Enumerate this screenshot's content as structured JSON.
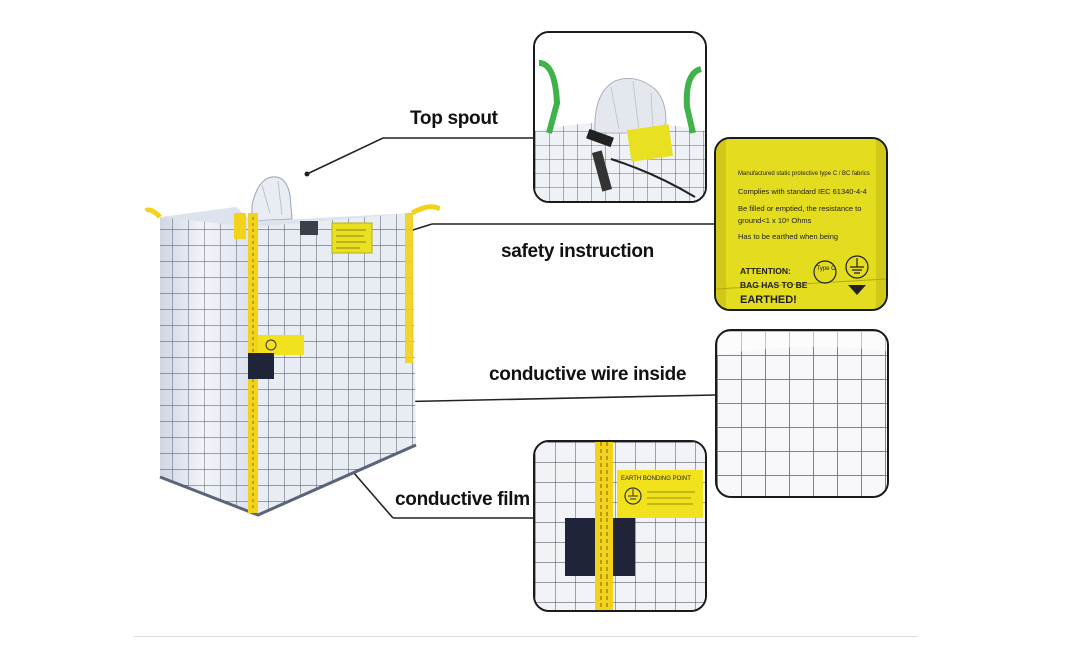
{
  "callouts": {
    "top_spout": "Top spout",
    "safety_instruction": "safety instruction",
    "conductive_wire": "conductive wire inside",
    "conductive_film": "conductive film"
  },
  "safety_label": {
    "lines": [
      "Manufactured static protective type C / BC fabrics",
      "Complies with standard IEC 61340-4-4",
      "Be filled or emptied, the resistance to",
      "ground<1 x 10⁸ Ohms",
      "Has to be earthed when being"
    ],
    "attention_1": "ATTENTION:",
    "attention_2": "BAG HAS TO BE",
    "attention_3": "EARTHED!",
    "type_badge": "Type C"
  },
  "earth_tag": {
    "title": "EARTH BONDING POINT"
  },
  "colors": {
    "label_yellow": "#e8e021",
    "strap_yellow": "#f2d21b",
    "loop_green": "#3fb34a",
    "grid_line": "#3a3f4a",
    "bag_white": "#eef1f6"
  }
}
